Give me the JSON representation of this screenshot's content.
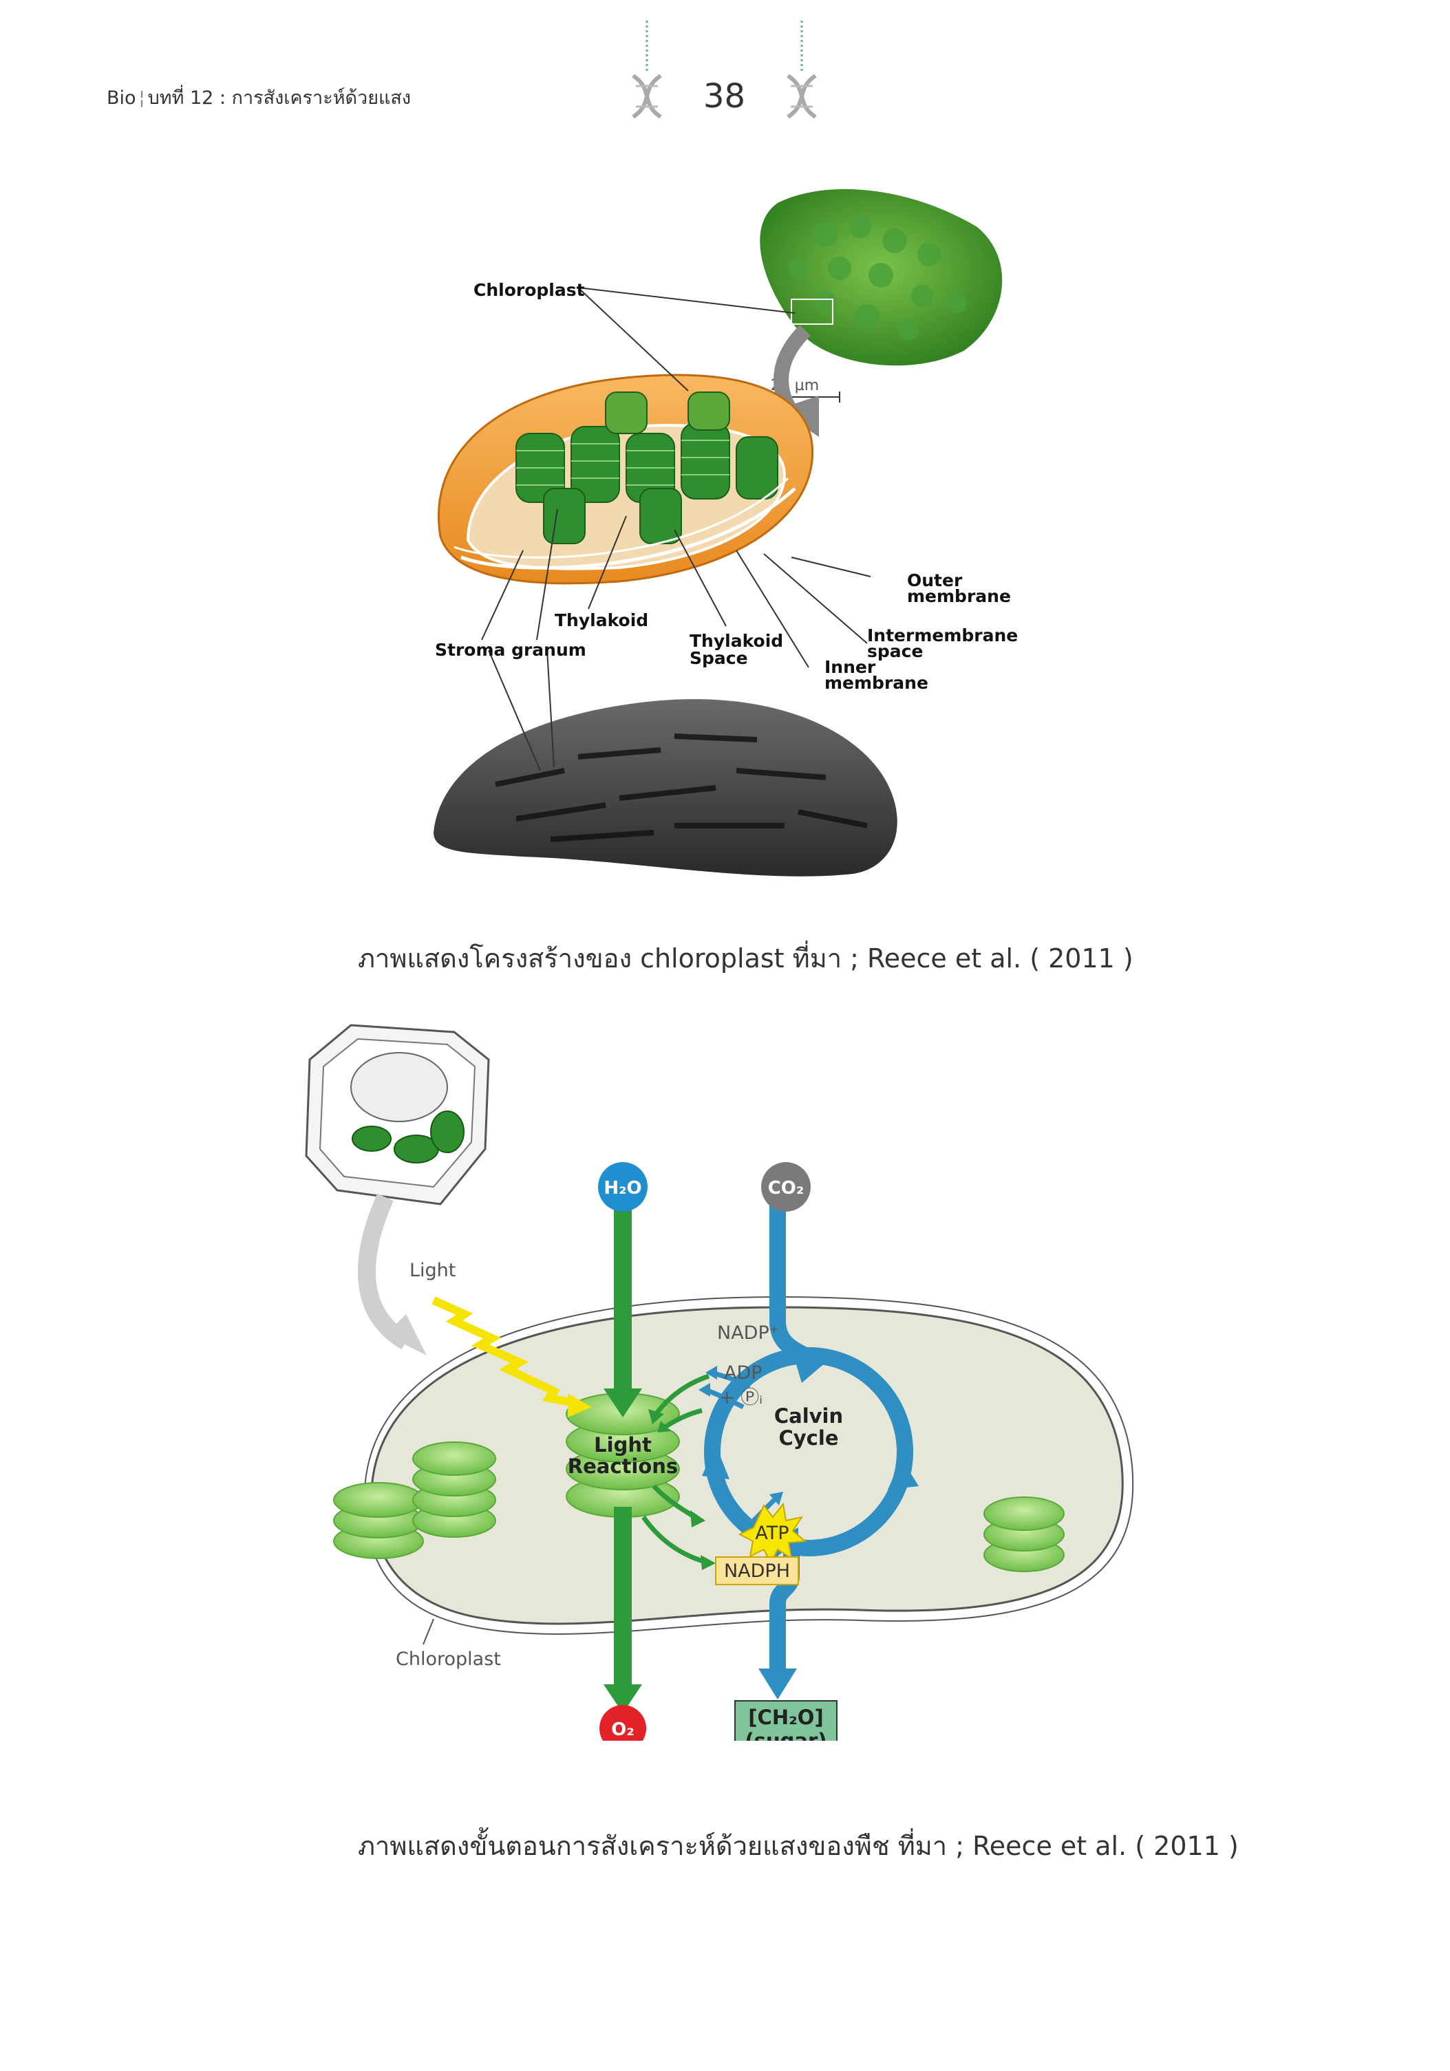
{
  "header": {
    "subject": "Bio",
    "chapter": "บทที่ 12 : การสังเคราะห์ด้วยแสง",
    "page_number": "38"
  },
  "figure1": {
    "labels": {
      "chloroplast": "Chloroplast",
      "scale": "20 µm",
      "outer1": "Outer",
      "outer2": "membrane",
      "inter1": "Intermembrane",
      "inter2": "space",
      "inner1": "Inner",
      "inner2": "membrane",
      "thylakoid": "Thylakoid",
      "tspace1": "Thylakoid",
      "tspace2": "Space",
      "stroma": "Stroma granum"
    },
    "caption": "ภาพแสดงโครงสร้างของ chloroplast ที่มา ; Reece et al. ( 2011 )"
  },
  "figure2": {
    "labels": {
      "h2o": "H₂O",
      "co2": "CO₂",
      "light": "Light",
      "nadp": "NADP⁺",
      "adp": "ADP",
      "pi": "+ Ⓟᵢ",
      "lr1": "Light",
      "lr2": "Reactions",
      "calvin1": "Calvin",
      "calvin2": "Cycle",
      "atp": "ATP",
      "nadph": "NADPH",
      "chloroplast": "Chloroplast",
      "o2": "O₂",
      "sugar1": "[CH₂O]",
      "sugar2": "(sugar)"
    },
    "caption": "ภาพแสดงขั้นตอนการสังเคราะห์ด้วยแสงของพืช    ที่มา ; Reece et al. ( 2011 )"
  },
  "colors": {
    "green_arrow": "#2e9b3a",
    "blue_arrow": "#2f8ec2",
    "h2o_circle": "#1f8fd0",
    "co2_circle": "#7a7a7a",
    "o2_circle": "#e32228",
    "sugar_box": "#7fc49a",
    "stroma": "#e6e6d9",
    "chloroplast_orange": "#f0a040",
    "thylakoid_green": "#2f8f2f"
  }
}
